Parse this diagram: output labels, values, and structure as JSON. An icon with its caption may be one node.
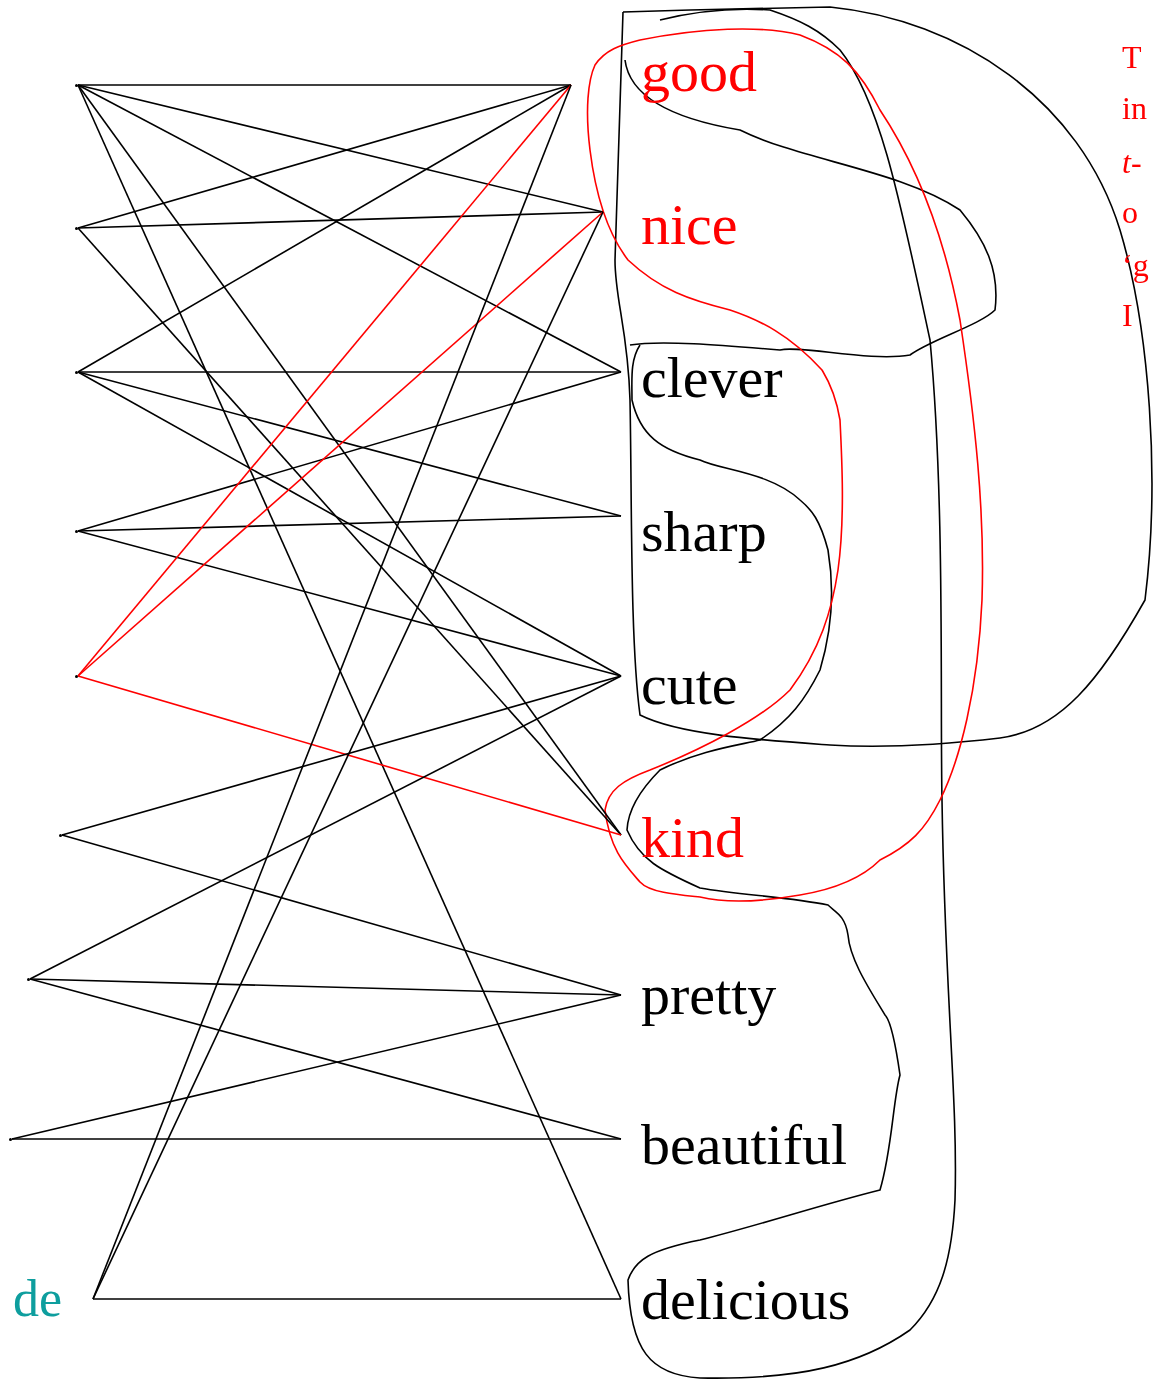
{
  "diagram": {
    "nodes": [
      {
        "text": [],
        "shape": "point"
      },
      {
        "text": [],
        "shape": "point"
      },
      {
        "text": [],
        "shape": "point"
      },
      {
        "text": [],
        "shape": "point"
      },
      {
        "text": [],
        "shape": "point"
      },
      {
        "text": [],
        "shape": "point"
      },
      {
        "text": [],
        "shape": "point"
      },
      {
        "text": [],
        "shape": "point"
      },
      {
        "text": [
          "de"
        ]
      },
      {
        "text": [
          "good"
        ]
      },
      {
        "text": [
          "nice"
        ]
      },
      {
        "text": [
          "clever"
        ]
      },
      {
        "text": [
          "sharp"
        ]
      },
      {
        "text": [
          "cute"
        ]
      },
      {
        "text": [
          "kind"
        ]
      },
      {
        "text": [
          "pretty"
        ]
      },
      {
        "text": [
          "beautiful"
        ]
      },
      {
        "text": [
          "delicious"
        ]
      }
    ],
    "edges": [
      {
        "from": 0,
        "to": 9,
        "arrow": "none"
      },
      {
        "from": 0,
        "to": 10,
        "arrow": "none"
      },
      {
        "from": 0,
        "to": 11,
        "arrow": "none"
      },
      {
        "from": 0,
        "to": 14,
        "arrow": "none"
      },
      {
        "from": 0,
        "to": 17,
        "arrow": "none"
      },
      {
        "from": 1,
        "to": 9,
        "arrow": "none"
      },
      {
        "from": 1,
        "to": 10,
        "arrow": "none"
      },
      {
        "from": 1,
        "to": 14,
        "arrow": "none"
      },
      {
        "from": 2,
        "to": 9,
        "arrow": "none"
      },
      {
        "from": 2,
        "to": 11,
        "arrow": "none"
      },
      {
        "from": 2,
        "to": 12,
        "arrow": "none"
      },
      {
        "from": 2,
        "to": 13,
        "arrow": "none"
      },
      {
        "from": 3,
        "to": 11,
        "arrow": "none"
      },
      {
        "from": 3,
        "to": 12,
        "arrow": "none"
      },
      {
        "from": 3,
        "to": 13,
        "arrow": "none"
      },
      {
        "from": 4,
        "to": 9,
        "arrow": "none",
        "color": "#ff0000"
      },
      {
        "from": 4,
        "to": 10,
        "arrow": "none",
        "color": "#ff0000"
      },
      {
        "from": 4,
        "to": 14,
        "arrow": "none",
        "color": "#ff0000"
      },
      {
        "from": 5,
        "to": 13,
        "arrow": "none"
      },
      {
        "from": 5,
        "to": 15,
        "arrow": "none"
      },
      {
        "from": 6,
        "to": 13,
        "arrow": "none"
      },
      {
        "from": 6,
        "to": 15,
        "arrow": "none"
      },
      {
        "from": 6,
        "to": 16,
        "arrow": "none"
      },
      {
        "from": 7,
        "to": 15,
        "arrow": "none"
      },
      {
        "from": 7,
        "to": 16,
        "arrow": "none"
      },
      {
        "from": 8,
        "to": 9,
        "arrow": "none"
      },
      {
        "from": 8,
        "to": 10,
        "arrow": "none"
      },
      {
        "from": 8,
        "to": 17,
        "arrow": "none"
      }
    ],
    "labels": [
      "T",
      "in",
      "*t*-",
      "o",
      "‘g",
      "I"
    ]
  }
}
